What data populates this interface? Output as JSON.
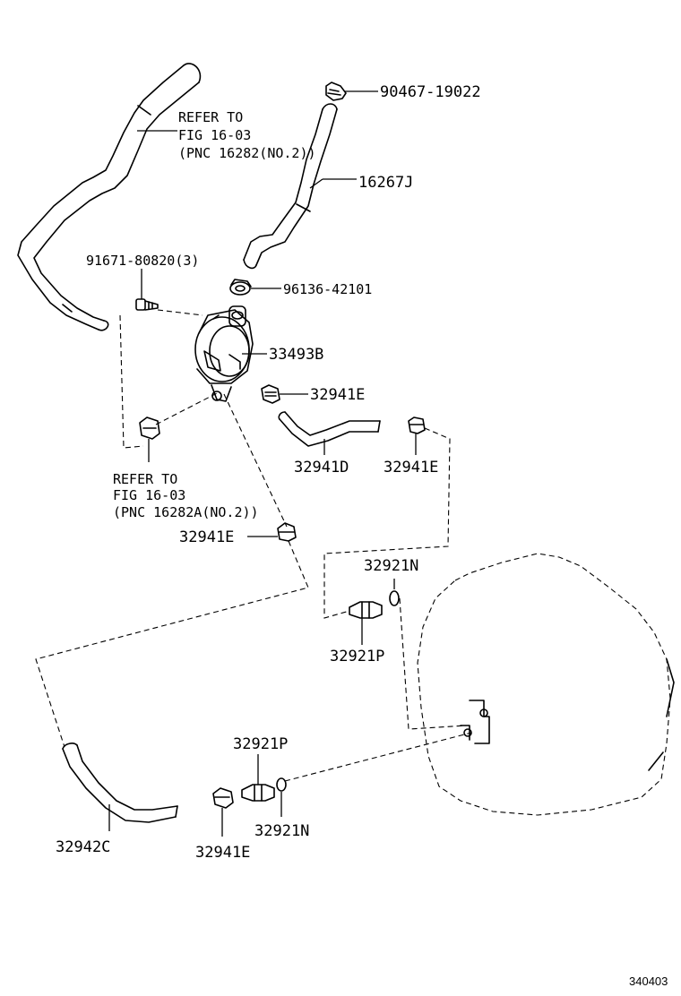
{
  "labels": {
    "p90467": "90467-19022",
    "refer_top_1": "REFER TO",
    "refer_top_2": "FIG 16-03",
    "refer_top_3": "(PNC 16282(NO.2))",
    "p16267j": "16267J",
    "p91671": "91671-80820(3)",
    "p96136": "96136-42101",
    "p33493b": "33493B",
    "p32941e_a": "32941E",
    "p32941d": "32941D",
    "p32941e_b": "32941E",
    "refer_mid_1": "REFER TO",
    "refer_mid_2": "FIG 16-03",
    "refer_mid_3": "(PNC 16282A(NO.2))",
    "p32941e_c": "32941E",
    "p32921n_a": "32921N",
    "p32921p_a": "32921P",
    "p32921p_b": "32921P",
    "p32942c": "32942C",
    "p32941e_d": "32941E",
    "p32921n_b": "32921N",
    "diagram_id": "340403"
  },
  "icons": [
    "vacuum-pump",
    "vacuum-hose",
    "hose-clamp",
    "union-bolt",
    "gasket",
    "transmission-case"
  ]
}
